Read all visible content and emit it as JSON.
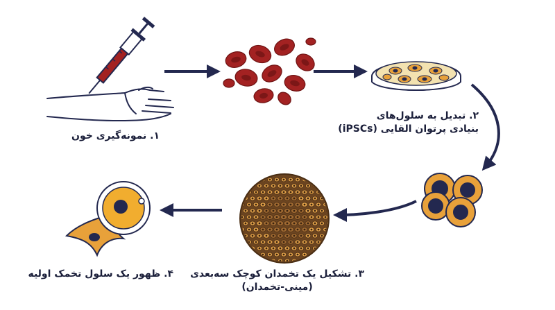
{
  "steps": {
    "step1": {
      "label": "۱. نمونه‌گیری خون"
    },
    "step2": {
      "line1": "۲. تبدیل به سلول‌های",
      "line2": "بنیادی پرتوان القایی (iPSCs)"
    },
    "step3": {
      "line1": "۳. تشکیل یک تخمدان کوچک سه‌بعدی",
      "line2": "(مینی-تخمدان)"
    },
    "step4": {
      "label": "۴. ظهور یک سلول تخمک اولیه"
    }
  },
  "colors": {
    "navy": "#23284f",
    "blood_red": "#a32222",
    "cell_orange": "#e8a13a",
    "petri_fill": "#f3e2b0",
    "egg_yolk": "#f1ad2f"
  },
  "icons": [
    "syringe-icon",
    "hand-icon",
    "red-blood-cells-icon",
    "petri-dish-icon",
    "stem-cells-icon",
    "mini-ovary-icon",
    "oocyte-cell-icon"
  ]
}
